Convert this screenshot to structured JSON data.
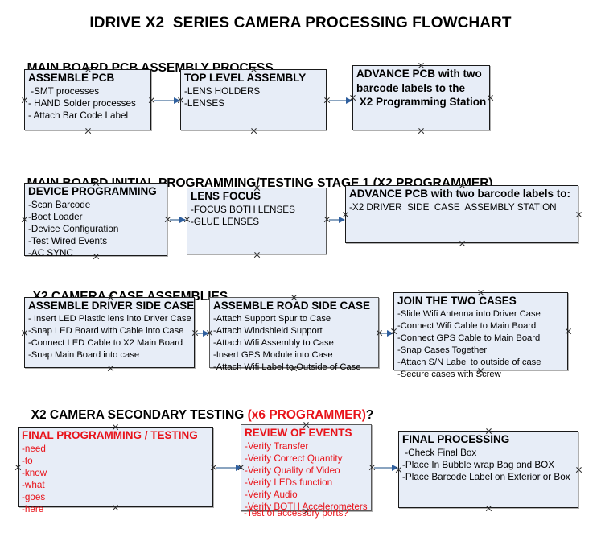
{
  "title": "IDRIVE X2  SERIES CAMERA PROCESSING FLOWCHART",
  "sections": [
    {
      "heading": "MAIN BOARD PCB ASSEMBLY PROCESS",
      "heading_red": "",
      "heading_tail": "",
      "boxes": [
        {
          "title": "ASSEMBLE PCB",
          "lines": [
            " -SMT processes",
            "- HAND Solder processes",
            "- Attach Bar Code Label"
          ]
        },
        {
          "title": "TOP LEVEL ASSEMBLY",
          "lines": [
            "-LENS HOLDERS",
            "-LENSES"
          ]
        },
        {
          "title": "ADVANCE PCB with two",
          "lines": [
            "barcode labels to the",
            " X2 Programming Station"
          ]
        }
      ]
    },
    {
      "heading": "MAIN BOARD INITIAL PROGRAMMING/TESTING STAGE 1 (X2 PROGRAMMER)",
      "heading_red": "",
      "heading_tail": "",
      "boxes": [
        {
          "title": "DEVICE PROGRAMMING",
          "lines": [
            "-Scan Barcode",
            "-Boot Loader",
            "-Device Configuration",
            "-Test Wired Events",
            "-AC SYNC"
          ]
        },
        {
          "title": "LENS FOCUS",
          "lines": [
            "-FOCUS BOTH LENSES",
            "-GLUE LENSES"
          ]
        },
        {
          "title": "ADVANCE PCB with two barcode labels to:",
          "lines": [
            "-X2 DRIVER  SIDE  CASE  ASSEMBLY STATION"
          ]
        }
      ]
    },
    {
      "heading": "X2 CAMERA CASE ASSEMBLIES",
      "heading_red": "",
      "heading_tail": "",
      "boxes": [
        {
          "title": "ASSEMBLE DRIVER SIDE CASE",
          "lines": [
            "- Insert LED Plastic lens into Driver Case",
            "-Snap LED Board with Cable into Case",
            "-Connect LED Cable to X2 Main Board",
            "-Snap Main Board into case"
          ]
        },
        {
          "title": "ASSEMBLE ROAD SIDE CASE",
          "lines": [
            "-Attach Support Spur to Case",
            "-Attach Windshield Support",
            "-Attach Wifi Assembly to Case",
            "-Insert GPS Module into Case",
            "-Attach Wifi Label to Outside of Case"
          ]
        },
        {
          "title": "JOIN THE TWO CASES",
          "lines": [
            "-Slide Wifi Antenna into Driver Case",
            "-Connect Wifi Cable to Main Board",
            "-Connect GPS Cable to Main Board",
            "-Snap Cases Together",
            "-Attach S/N Label to outside of case",
            "-Secure cases with Screw"
          ]
        }
      ]
    },
    {
      "heading": "X2 CAMERA SECONDARY TESTING ",
      "heading_red": "(x6 PROGRAMMER)",
      "heading_tail": "?",
      "boxes": [
        {
          "title": "FINAL PROGRAMMING / TESTING",
          "lines": [
            "-need",
            "-to",
            "-know",
            "-what",
            "-goes",
            "-here"
          ]
        },
        {
          "title": "REVIEW OF EVENTS",
          "lines": [
            "-Verify Transfer",
            "-Verify Correct Quantity",
            "-Verify Quality of Video",
            "-Verify LEDs function",
            "-Verify Audio",
            "-Verify BOTH Accelerometers"
          ],
          "overflow_line": "-Test of accessory ports?"
        },
        {
          "title": "FINAL PROCESSING",
          "lines": [
            " -Check Final Box",
            "-Place In Bubble wrap Bag and BOX",
            "-Place Barcode Label on Exterior or Box"
          ]
        }
      ]
    }
  ],
  "colors": {
    "box_fill": "#e7edf7",
    "box_border": "#1a1a1a",
    "connector_line": "#8aa4c0",
    "arrow_head": "#2f5f9e",
    "accent_red": "#e8131a"
  }
}
